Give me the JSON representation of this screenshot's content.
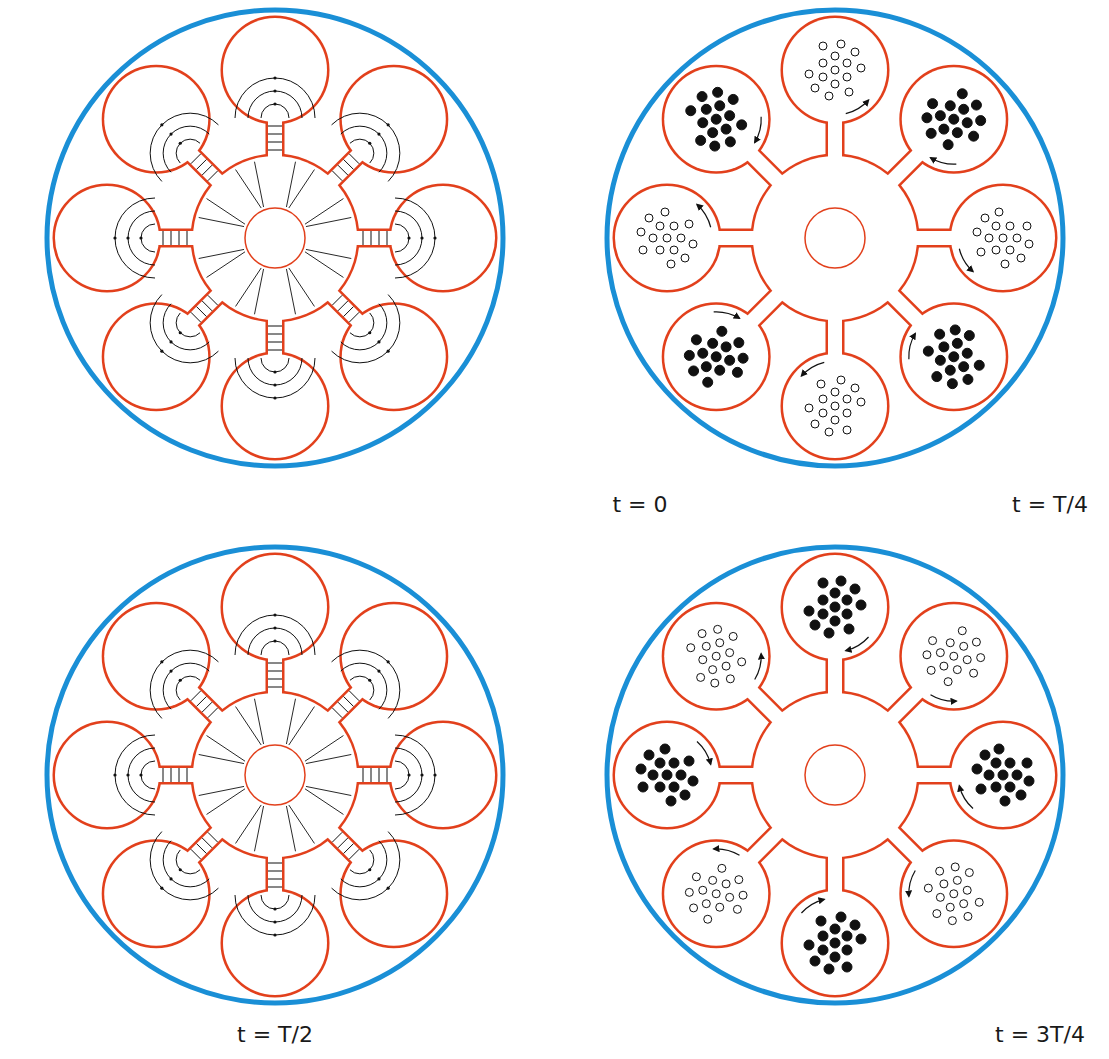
{
  "diagram": {
    "labels": [
      "t = 0",
      "t = T/4",
      "t = T/2",
      "t = 3T/4"
    ]
  }
}
